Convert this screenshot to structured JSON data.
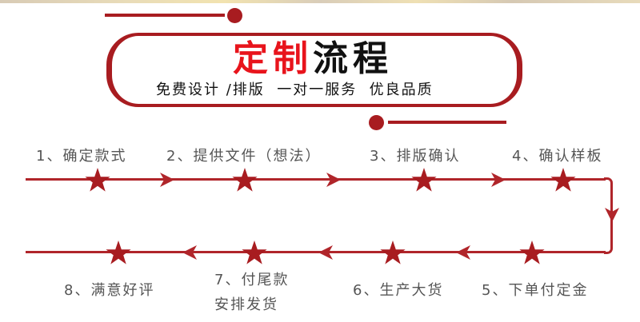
{
  "header": {
    "title_red": "定制",
    "title_black": "流程",
    "subtitle": "免费设计 /排版  一对一服务  优良品质"
  },
  "colors": {
    "accent_red": "#a81c20",
    "title_red": "#e8141c",
    "label_gray": "#555555"
  },
  "icons": {
    "step_marker": "star-icon",
    "direction": "arrow-icon"
  },
  "steps": [
    {
      "number": "1",
      "label": "1、确定款式"
    },
    {
      "number": "2",
      "label": "2、提供文件（想法）"
    },
    {
      "number": "3",
      "label": "3、排版确认"
    },
    {
      "number": "4",
      "label": "4、确认样板"
    },
    {
      "number": "5",
      "label": "5、下单付定金"
    },
    {
      "number": "6",
      "label": "6、生产大货"
    },
    {
      "number": "7",
      "label_line1": "7、付尾款",
      "label_line2": "安排发货"
    },
    {
      "number": "8",
      "label": "8、满意好评"
    }
  ]
}
